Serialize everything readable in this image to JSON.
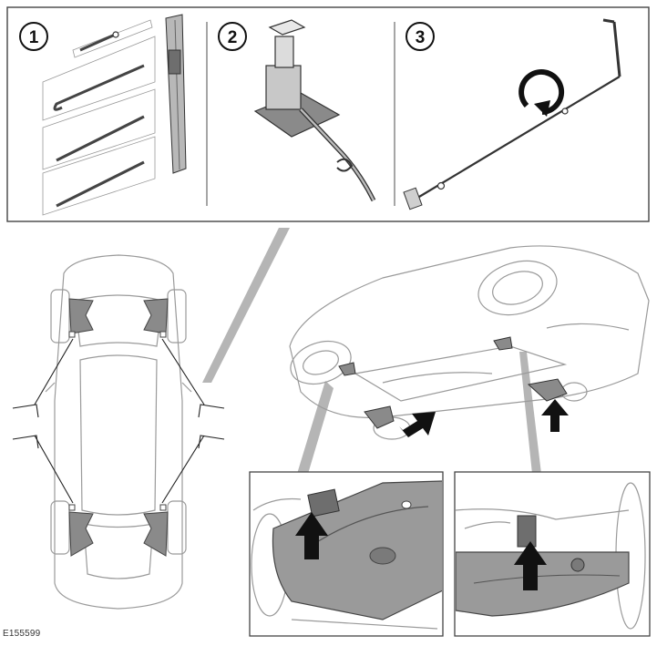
{
  "steps": [
    {
      "number": "1"
    },
    {
      "number": "2"
    },
    {
      "number": "3"
    }
  ],
  "figure_reference": "E155599",
  "colors": {
    "line": "#333333",
    "light_line": "#9a9a9a",
    "part_gray": "#8a8a8a",
    "arrow": "#111111",
    "panel_border": "#444444"
  }
}
